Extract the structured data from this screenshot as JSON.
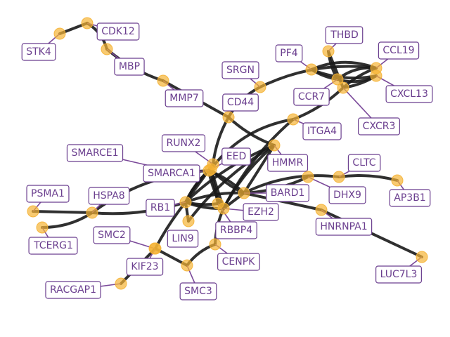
{
  "graph": {
    "colors": {
      "edge": "#1a1a1a",
      "node": "#f5b335",
      "label": "#6b3f8f",
      "label_bg": "#ffffff"
    },
    "nodes": [
      "STK4",
      "CDK12",
      "MBP",
      "MMP7",
      "SRGN",
      "CD44",
      "PF4",
      "THBD",
      "CCL19",
      "CXCL13",
      "CCR7",
      "CXCR3",
      "ITGA4",
      "RUNX2",
      "EED",
      "HMMR",
      "CLTC",
      "SMARCE1",
      "SMARCA1",
      "PSMA1",
      "HSPA8",
      "RB1",
      "BARD1",
      "DHX9",
      "AP3B1",
      "EZH2",
      "TCERG1",
      "RBBP4",
      "HNRNPA1",
      "SMC2",
      "LIN9",
      "CENPK",
      "KIF23",
      "LUC7L3",
      "RACGAP1",
      "SMC3"
    ]
  }
}
